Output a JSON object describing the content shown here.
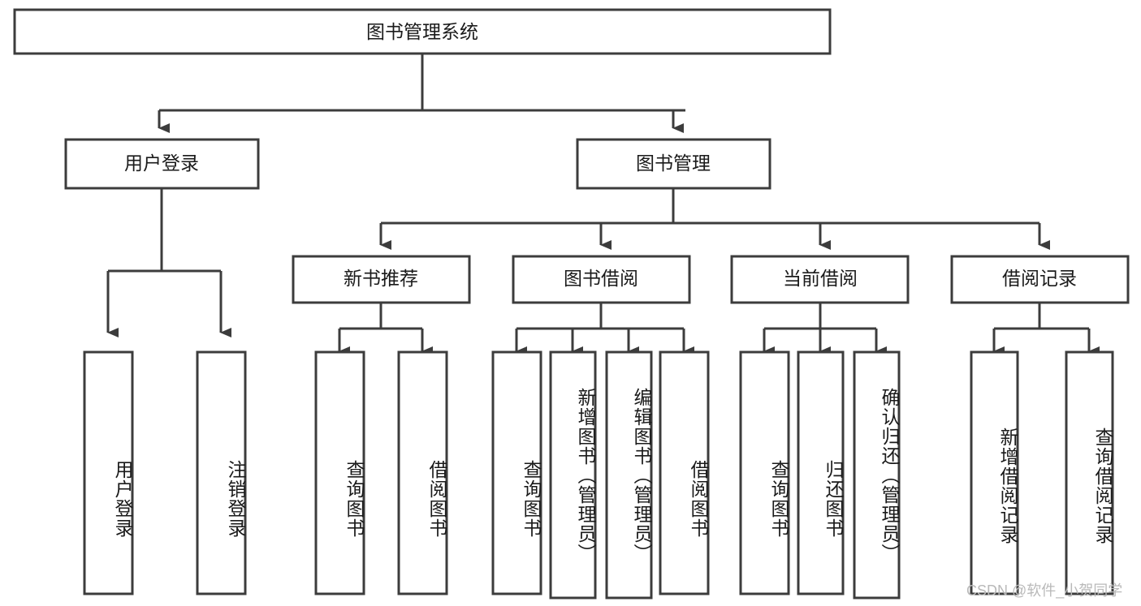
{
  "diagram": {
    "type": "tree",
    "title": "图书管理系统",
    "watermark": "CSDN @软件_小贺同学",
    "colors": {
      "stroke": "#3c3c3c",
      "fill": "#ffffff",
      "text": "#1a1a1a",
      "watermark": "#b9b9b9"
    },
    "root": {
      "label": "图书管理系统"
    },
    "level2": [
      {
        "label": "用户登录"
      },
      {
        "label": "图书管理"
      }
    ],
    "level3": [
      {
        "label": "新书推荐"
      },
      {
        "label": "图书借阅"
      },
      {
        "label": "当前借阅"
      },
      {
        "label": "借阅记录"
      }
    ],
    "leaves": {
      "user_login": [
        {
          "label": "用户登录"
        },
        {
          "label": "注销登录"
        }
      ],
      "new_book_recommend": [
        {
          "label": "查询图书"
        },
        {
          "label": "借阅图书"
        }
      ],
      "book_borrow": [
        {
          "label": "查询图书"
        },
        {
          "label": "新增图书（管理员）"
        },
        {
          "label": "编辑图书（管理员）"
        },
        {
          "label": "借阅图书"
        }
      ],
      "current_borrow": [
        {
          "label": "查询图书"
        },
        {
          "label": "归还图书"
        },
        {
          "label": "确认归还（管理员）"
        }
      ],
      "borrow_record": [
        {
          "label": "新增借阅记录"
        },
        {
          "label": "查询借阅记录"
        }
      ]
    }
  }
}
